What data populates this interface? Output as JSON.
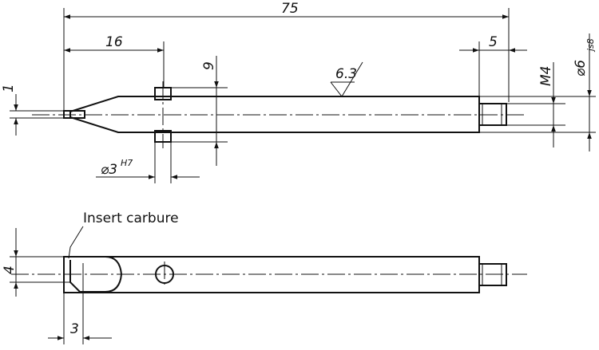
{
  "dimensions": {
    "overall_length": "75",
    "hole_position": "16",
    "thread_length": "5",
    "tip_width": "1",
    "hole_offset": "9",
    "hole_diameter": "⌀3",
    "hole_tolerance": "H7",
    "roughness": "6.3",
    "thread": "M4",
    "shank_diameter": "⌀6",
    "shank_tolerance": "js8",
    "insert_height": "4",
    "insert_length": "3"
  },
  "labels": {
    "insert": "Insert carbure"
  }
}
